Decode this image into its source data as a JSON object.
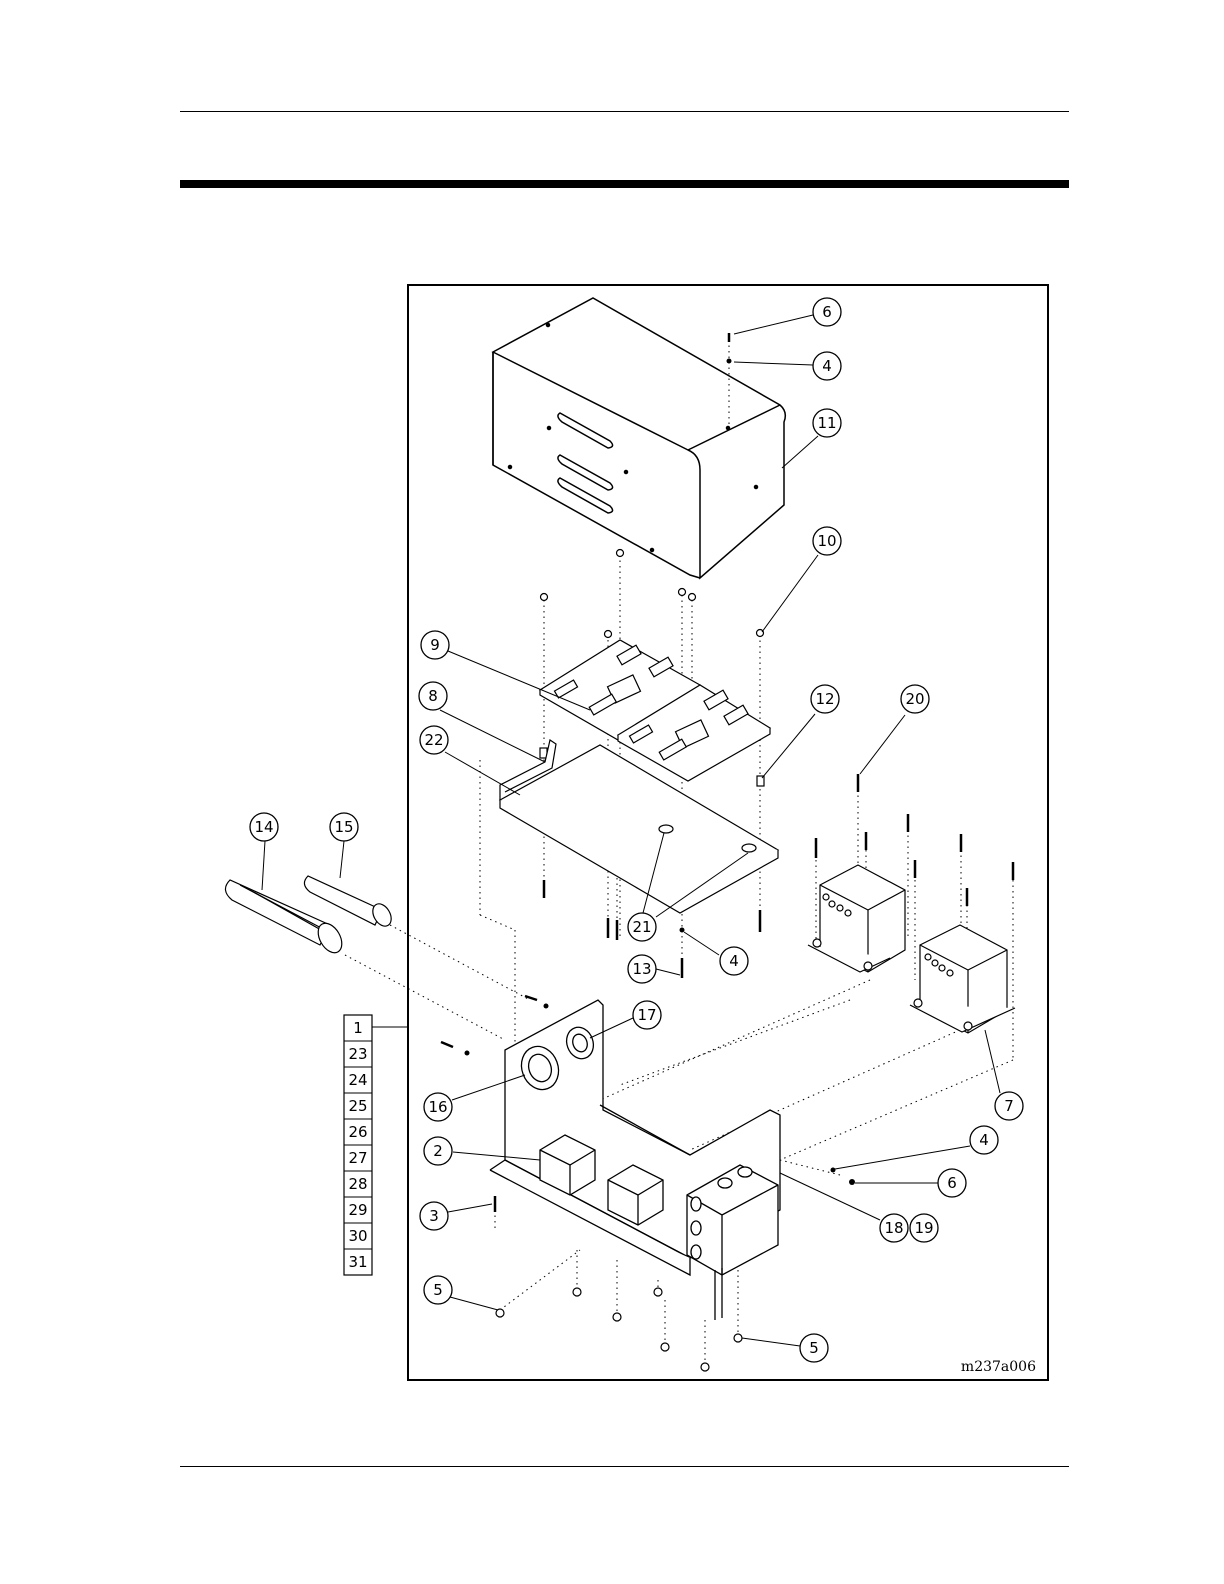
{
  "drawing_id": "m237a006",
  "assembly_table": [
    "1",
    "23",
    "24",
    "25",
    "26",
    "27",
    "28",
    "29",
    "30",
    "31"
  ],
  "callouts": [
    {
      "label": "6"
    },
    {
      "label": "4"
    },
    {
      "label": "11"
    },
    {
      "label": "10"
    },
    {
      "label": "9"
    },
    {
      "label": "12"
    },
    {
      "label": "20"
    },
    {
      "label": "8"
    },
    {
      "label": "22"
    },
    {
      "label": "14"
    },
    {
      "label": "15"
    },
    {
      "label": "21"
    },
    {
      "label": "13"
    },
    {
      "label": "4"
    },
    {
      "label": "17"
    },
    {
      "label": "16"
    },
    {
      "label": "7"
    },
    {
      "label": "2"
    },
    {
      "label": "4"
    },
    {
      "label": "6"
    },
    {
      "label": "3"
    },
    {
      "label": "18"
    },
    {
      "label": "19"
    },
    {
      "label": "5"
    },
    {
      "label": "5"
    }
  ],
  "colors": {
    "ink": "#000000",
    "paper": "#ffffff"
  }
}
